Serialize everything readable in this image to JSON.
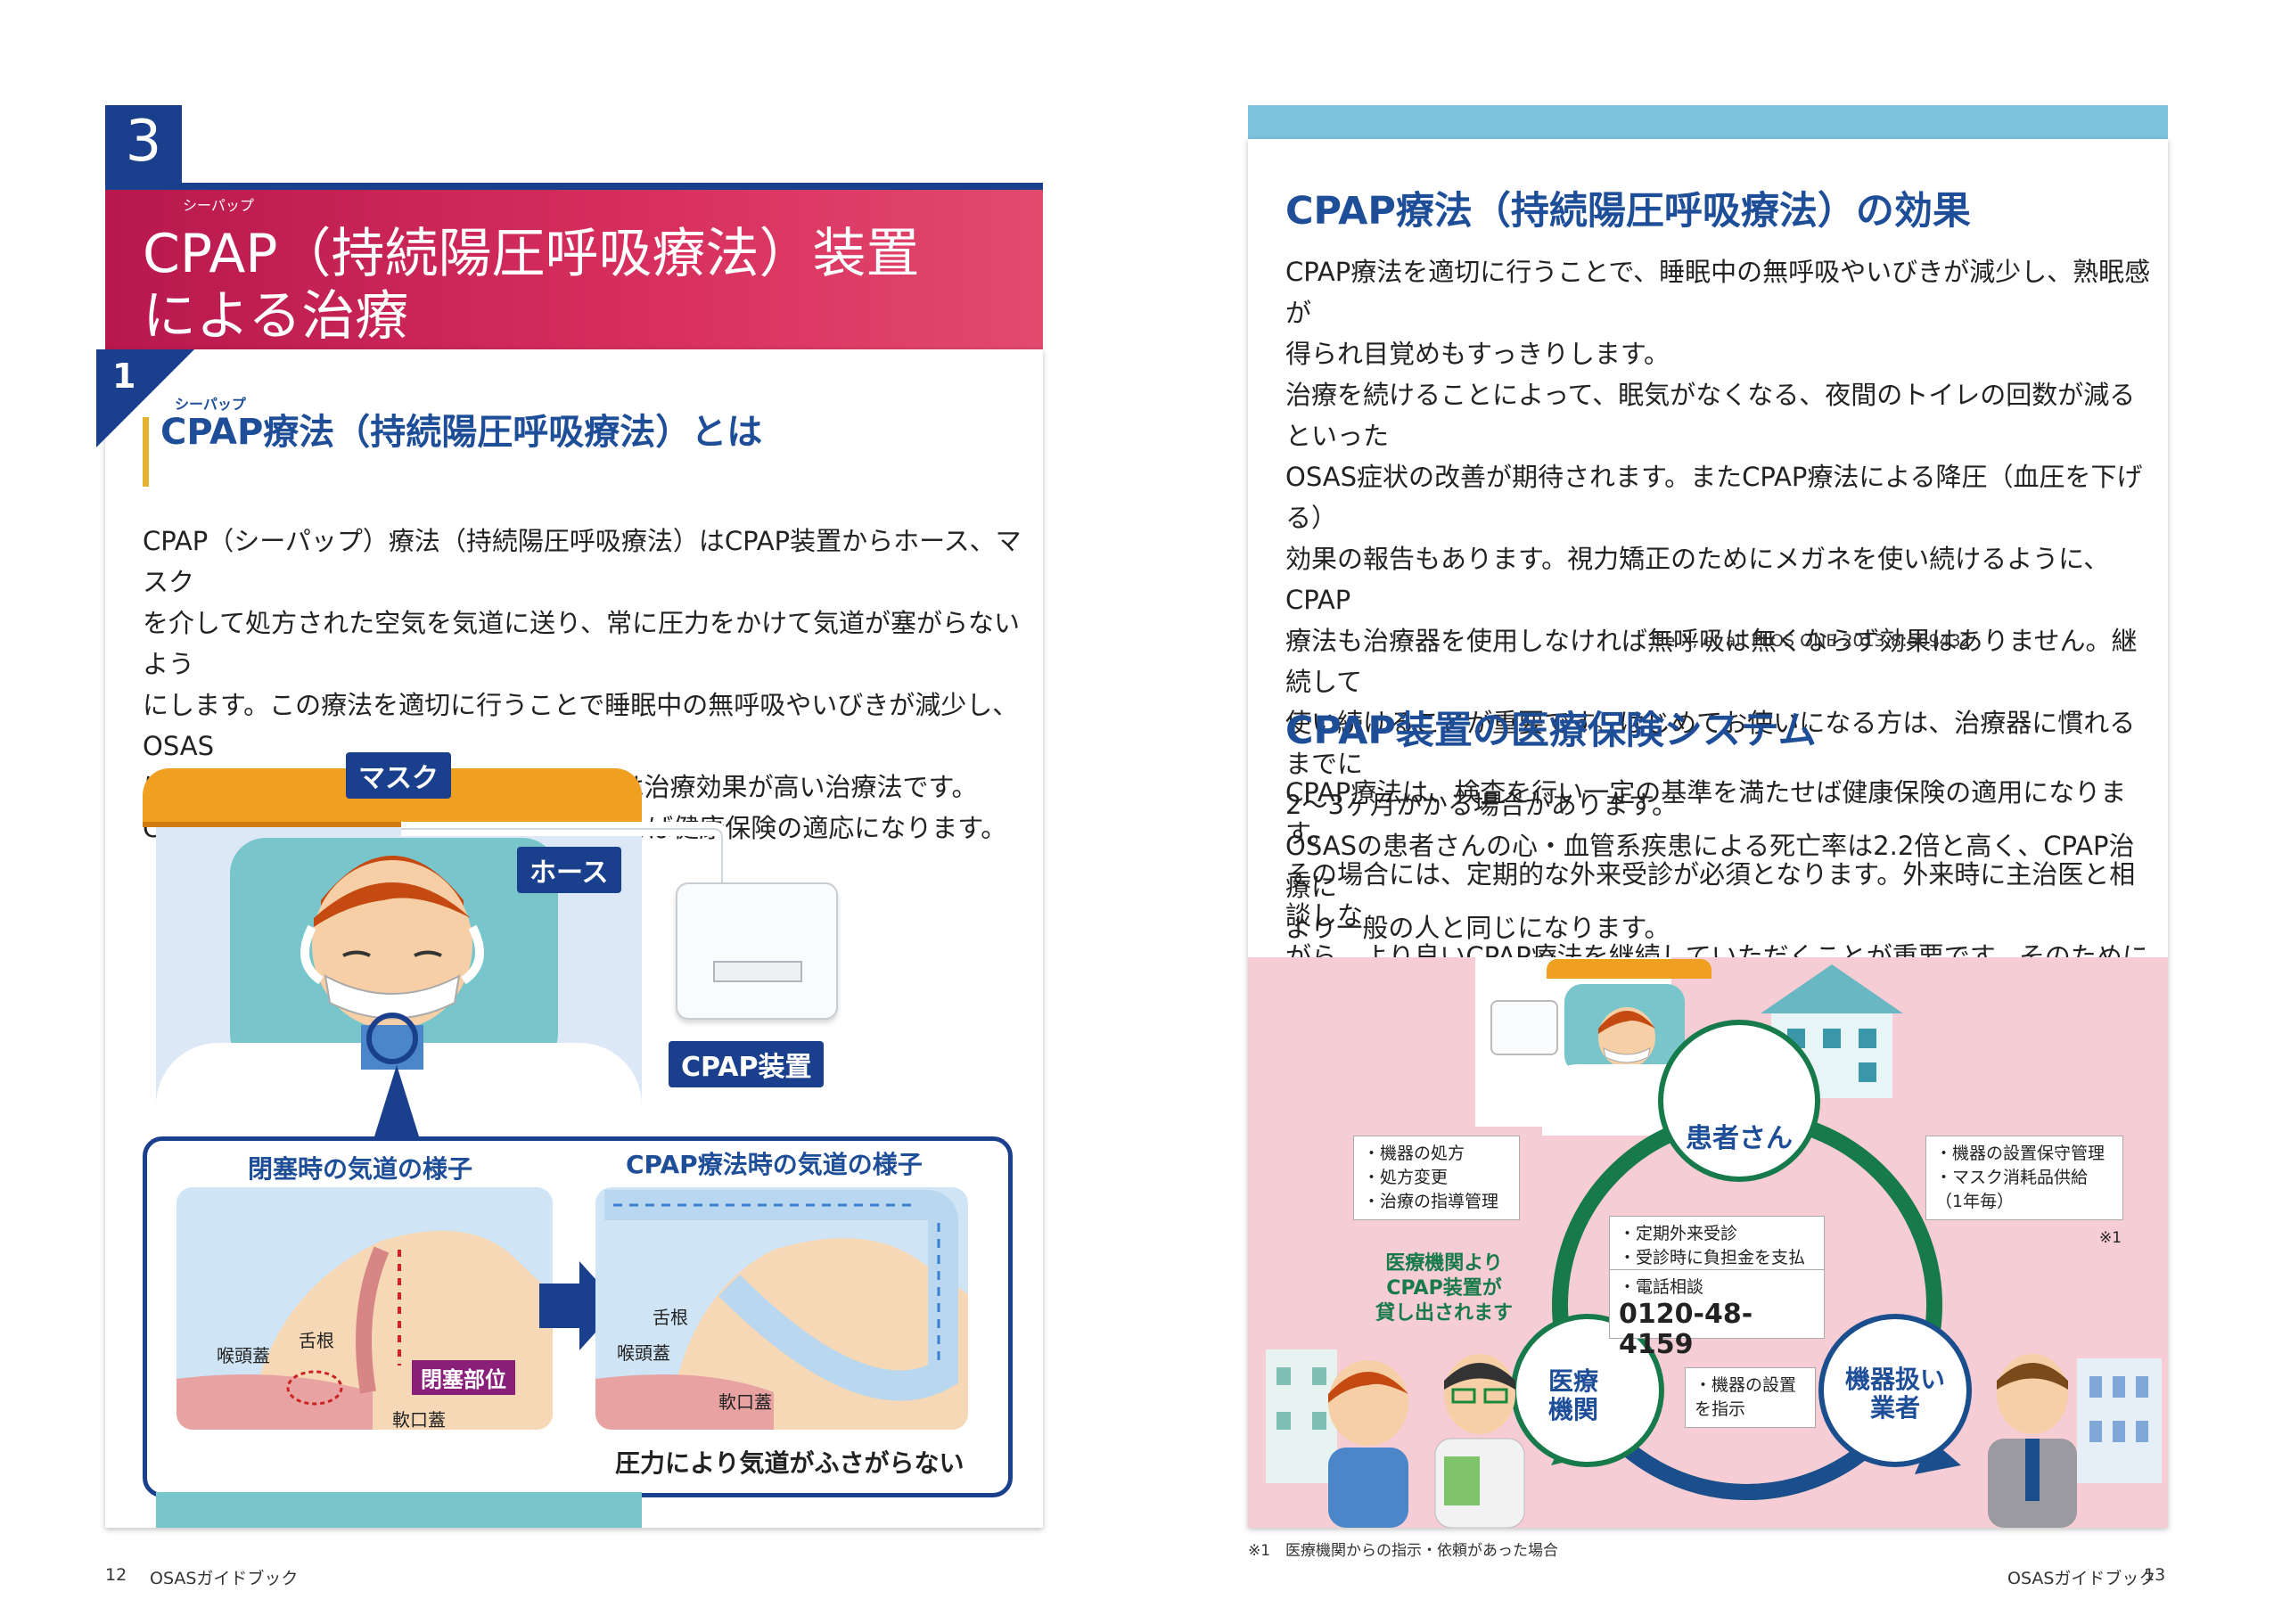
{
  "left": {
    "chapter_number": "3",
    "chapter_title_line1": "CPAP（持続陽圧呼吸療法）装置",
    "chapter_title_line2": "による治療",
    "chapter_ruby": "シーパップ",
    "section_number": "1",
    "section_ruby": "シーパップ",
    "section_title": "CPAP療法（持続陽圧呼吸療法）とは",
    "paragraph": "CPAP（シーパップ）療法（持続陽圧呼吸療法）はCPAP装置からホース、マスク\nを介して処方された空気を気道に送り、常に圧力をかけて気道が塞がらないよう\nにします。この療法を適切に行うことで睡眠中の無呼吸やいびきが減少し、OSAS\nによる症状の改善が期待されます。CPAPは治療効果が高い治療法です。\nCPAP療法は検査を行い一定の基準を満たせば健康保険の適応になります。",
    "illustration": {
      "mask_label": "マスク",
      "hose_label": "ホース",
      "device_label": "CPAP装置",
      "panel_left_title": "閉塞時の気道の様子",
      "panel_right_title": "CPAP療法時の気道の様子",
      "tongue_root_left": "舌根",
      "epiglottis_left": "喉頭蓋",
      "soft_palate_left": "軟口蓋",
      "obstruction_label": "閉塞部位",
      "tongue_root_right": "舌根",
      "epiglottis_right": "喉頭蓋",
      "soft_palate_right": "軟口蓋",
      "caption": "圧力により気道がふさがらない"
    },
    "page_number": "12",
    "book_title": "OSASガイドブック"
  },
  "right": {
    "heading1": "CPAP療法（持続陽圧呼吸療法）の効果",
    "paragraph1": "CPAP療法を適切に行うことで、睡眠中の無呼吸やいびきが減少し、熟眠感が\n得られ目覚めもすっきりします。\n治療を続けることによって、眠気がなくなる、夜間のトイレの回数が減るといった\nOSAS症状の改善が期待されます。またCPAP療法による降圧（血圧を下げる）\n効果の報告もあります。視力矯正のためにメガネを使い続けるように、CPAP\n療法も治療器を使用しなければ無呼吸は無くならず効果はありません。継続して\n使い続けることが重要です。はじめてお使いになる方は、治療器に慣れるまでに\n2〜3ヶ月かかる場合があります。\nOSASの患者さんの心・血管系疾患による死亡率は2.2倍と高く、CPAP治療に\nより一般の人と同じになります。",
    "citation": "Ge X, et al. PLOS ONE 2013;8:e69432",
    "heading2": "CPAP装置の医療保険システム",
    "paragraph2": "CPAP療法は、検査を行い一定の基準を満たせば健康保険の適用になります。\nその場合には、定期的な外来受診が必須となります。外来時に主治医と相談しな\nがら、より良いCPAP療法を継続していただくことが重要です。そのためにも\n必ず外来にかかるようにしてください。",
    "diagram": {
      "patient": "患者さん",
      "clinic": "医療\n機関",
      "dealer": "機器扱い\n業者",
      "clinic_to_patient": "・機器の処方\n・処方変更\n・治療の指導管理",
      "dealer_to_patient": "・機器の設置保守管理\n・マスク消耗品供給\n（1年毎）",
      "note_mark": "※1",
      "patient_to_clinic": "・定期外来受診\n・受診時に負担金を支払う",
      "phone_label": "・電話相談",
      "phone_number": "0120-48-4159",
      "lend_text": "医療機関より\nCPAP装置が\n貸し出されます",
      "clinic_to_dealer": "・機器の設置\nを指示"
    },
    "footnote": "※1　医療機関からの指示・依頼があった場合",
    "page_number": "13",
    "book_title": "OSASガイドブック"
  }
}
